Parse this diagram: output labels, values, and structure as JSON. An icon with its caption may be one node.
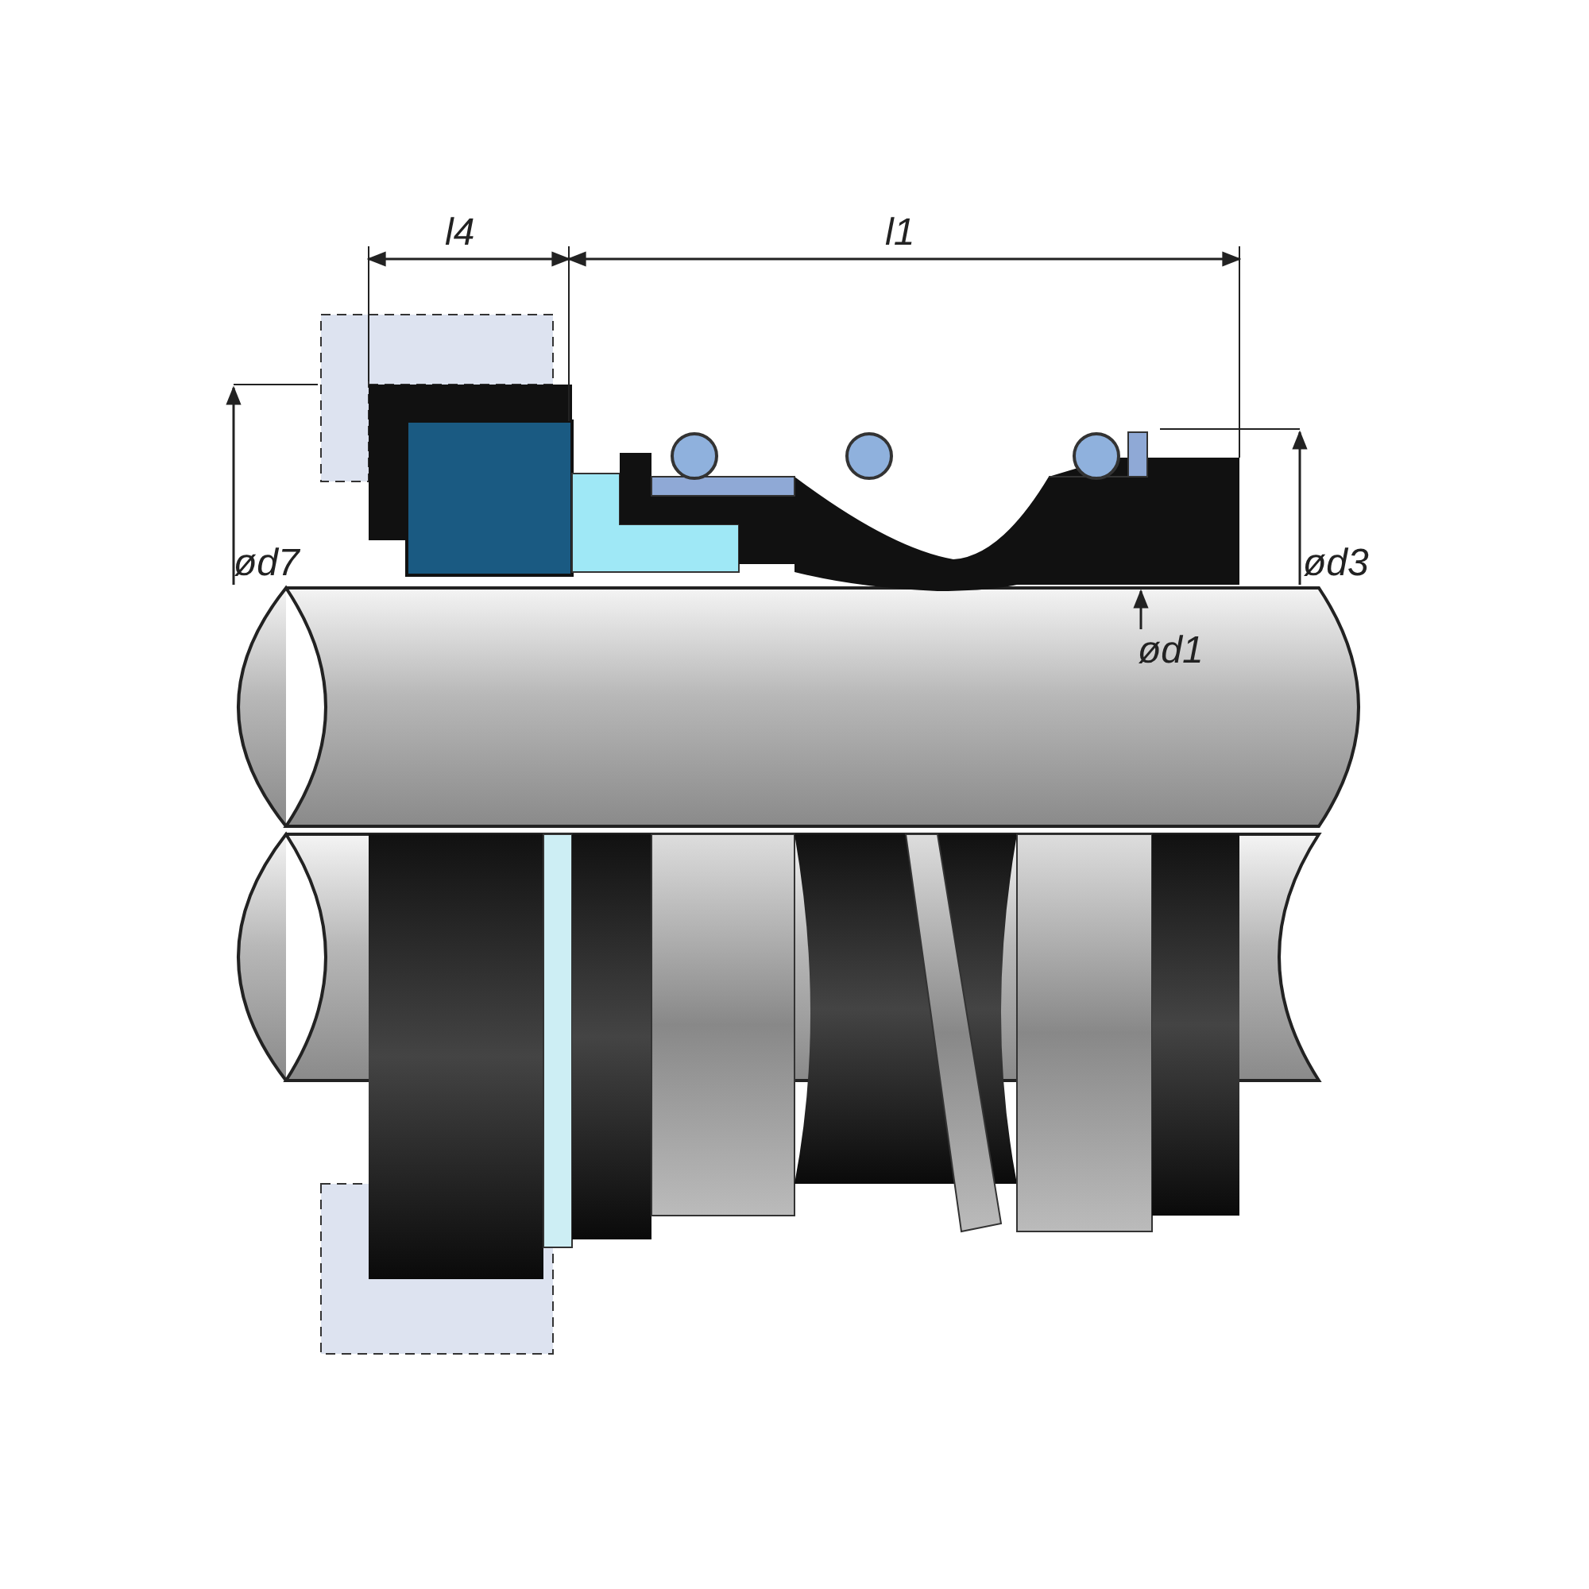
{
  "diagram": {
    "labels": [
      "l4",
      "l1",
      "ød7",
      "ød3",
      "ød1"
    ]
  }
}
